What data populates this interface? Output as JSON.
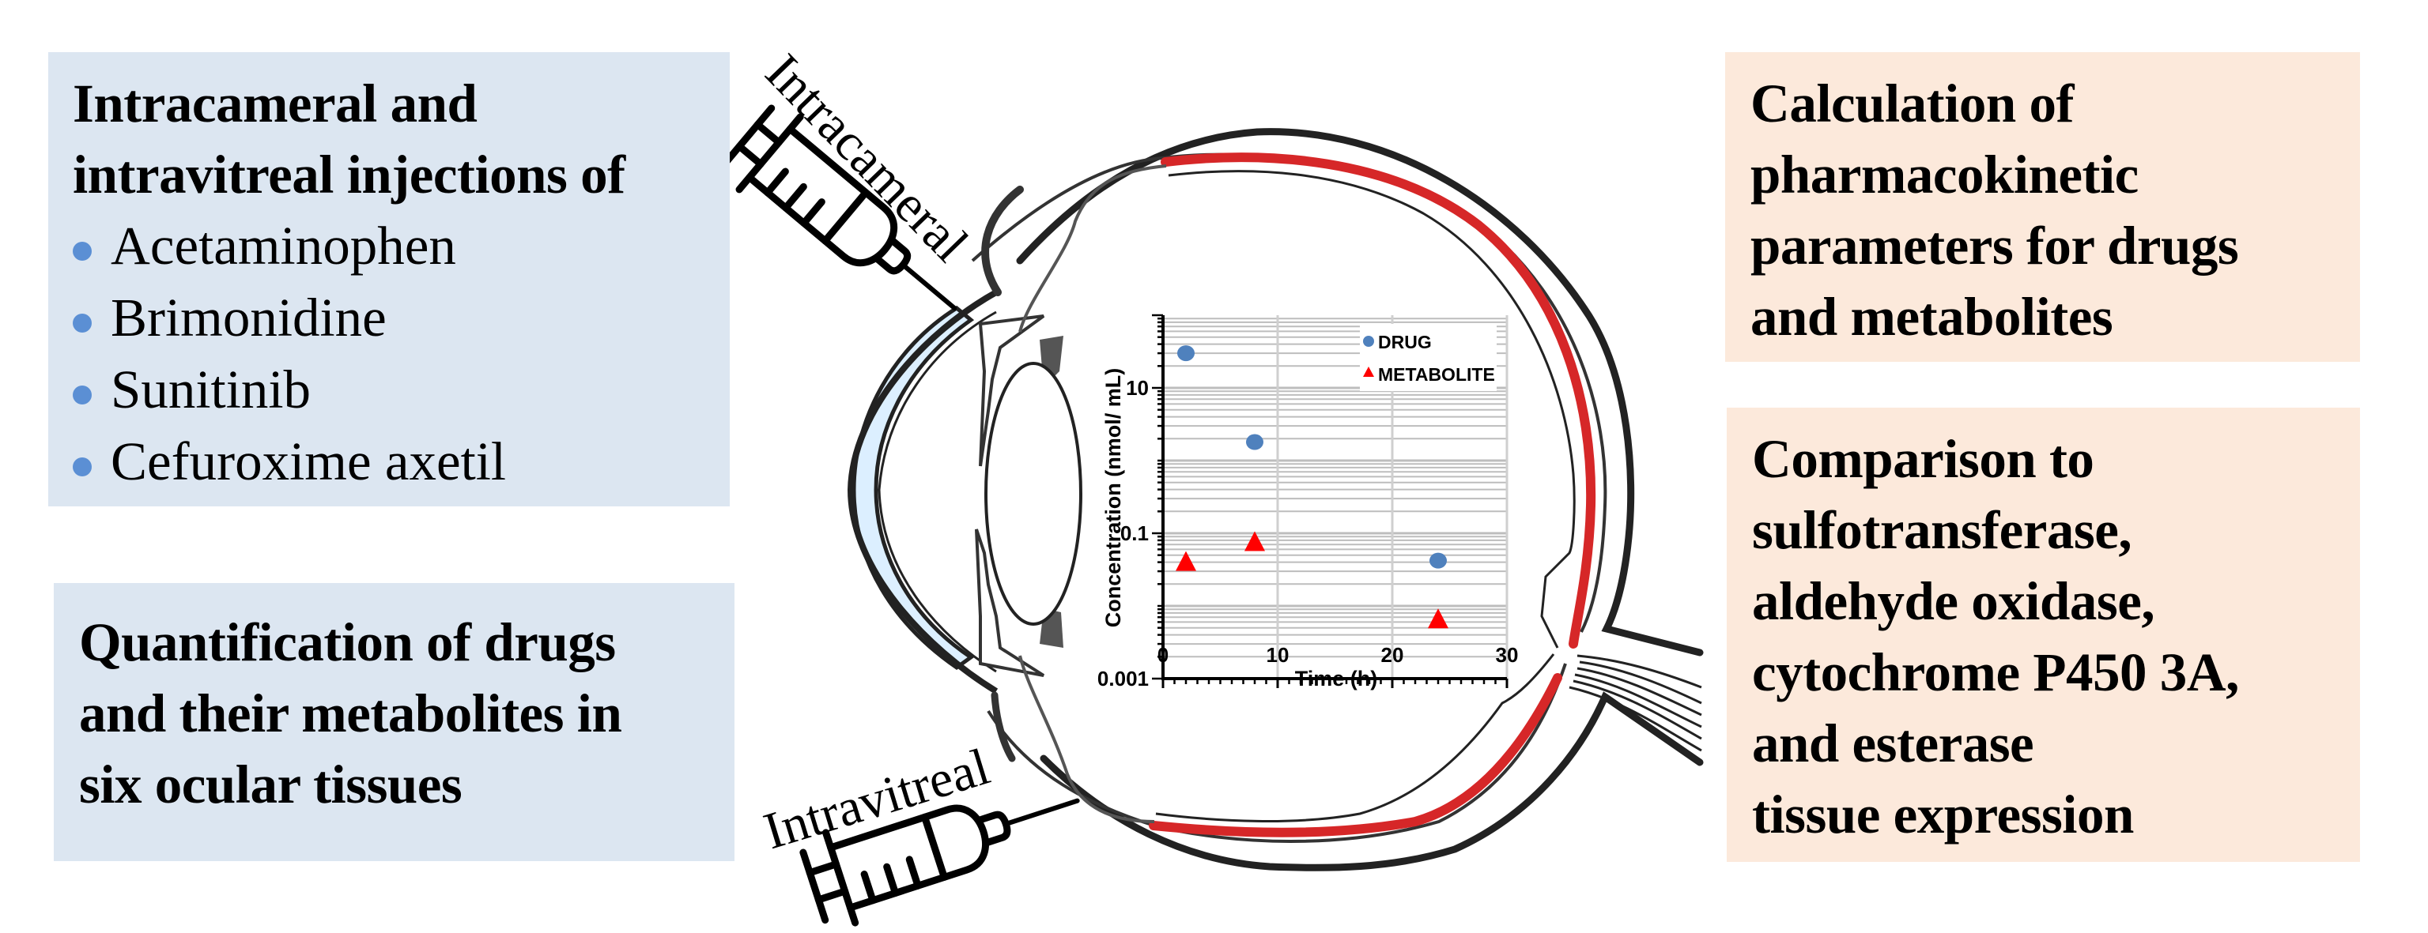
{
  "boxes": {
    "injections": {
      "heading_lines": [
        "Intracameral  and",
        "intravitreal injections of"
      ],
      "drugs": [
        "Acetaminophen",
        "Brimonidine",
        "Sunitinib",
        "Cefuroxime axetil"
      ],
      "bg_color": "#dce6f1",
      "bullet_color": "#5b8fd4"
    },
    "quantification": {
      "lines": [
        "Quantification of drugs",
        "and their metabolites in",
        "six ocular tissues"
      ],
      "bg_color": "#dce6f1"
    },
    "calculation": {
      "lines": [
        "Calculation of",
        "pharmacokinetic",
        "parameters for drugs",
        "and metabolites"
      ],
      "bg_color": "#fce9db"
    },
    "comparison": {
      "lines": [
        "Comparison to",
        "sulfotransferase,",
        "aldehyde oxidase,",
        "cytochrome P450 3A,",
        "and esterase",
        "tissue expression"
      ],
      "bg_color": "#fce9db"
    }
  },
  "syringes": {
    "intracameral": {
      "label": "Intracameral",
      "icon": "syringe-icon"
    },
    "intravitreal": {
      "label": "Intravitreal",
      "icon": "syringe-icon"
    }
  },
  "eye": {
    "icon": "eye-cross-section-icon",
    "cornea_color": "#dcefff",
    "retina_color": "#d62728"
  },
  "chart_data": {
    "type": "scatter",
    "title": "",
    "xlabel": "Time (h)",
    "ylabel": "Concentration (nmol/ mL)",
    "xlim": [
      0,
      30
    ],
    "ylim": [
      0.001,
      100
    ],
    "yscale": "log",
    "xticks": [
      0,
      10,
      20,
      30
    ],
    "xtick_labels": [
      "0",
      "10",
      "20",
      "30"
    ],
    "yticks": [
      0.001,
      0.1,
      10
    ],
    "ytick_labels": [
      "0.001",
      "0.1",
      "10"
    ],
    "grid": true,
    "legend_position": "top-right",
    "series": [
      {
        "name": "DRUG",
        "marker": "circle",
        "color": "#4f81bd",
        "x": [
          2,
          8,
          24
        ],
        "y": [
          30,
          1.8,
          0.042
        ]
      },
      {
        "name": "METABOLITE",
        "marker": "triangle",
        "color": "#ff0000",
        "x": [
          2,
          8,
          24
        ],
        "y": [
          0.04,
          0.075,
          0.0065
        ]
      }
    ]
  }
}
